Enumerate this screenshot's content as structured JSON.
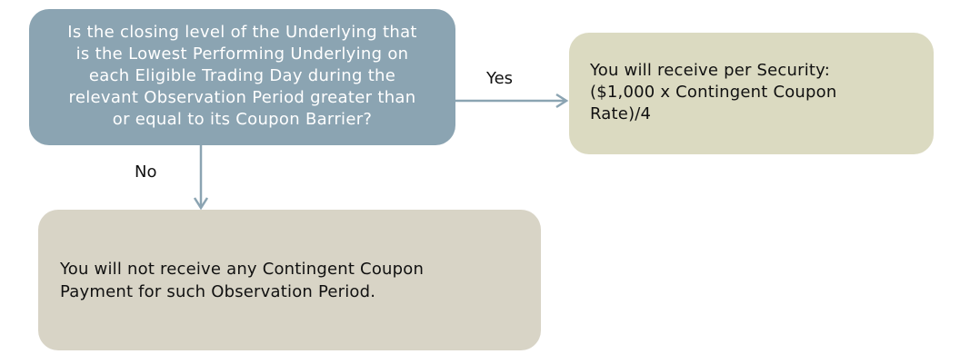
{
  "flowchart": {
    "decision": {
      "text": "Is the closing level of the Underlying that\nis the Lowest Performing Underlying on\neach Eligible Trading Day during the\nrelevant Observation Period greater than\nor equal to its Coupon Barrier?"
    },
    "yes_branch": {
      "label": "Yes",
      "outcome": "You will receive per Security:\n($1,000 x Contingent Coupon\nRate)/4"
    },
    "no_branch": {
      "label": "No",
      "outcome": "You will not receive any Contingent Coupon\nPayment for such Observation Period."
    }
  },
  "colors": {
    "decision_fill": "#8ba4b2",
    "yes_fill": "#dbdac1",
    "no_fill": "#d8d4c6",
    "arrow": "#8ba4b2"
  }
}
